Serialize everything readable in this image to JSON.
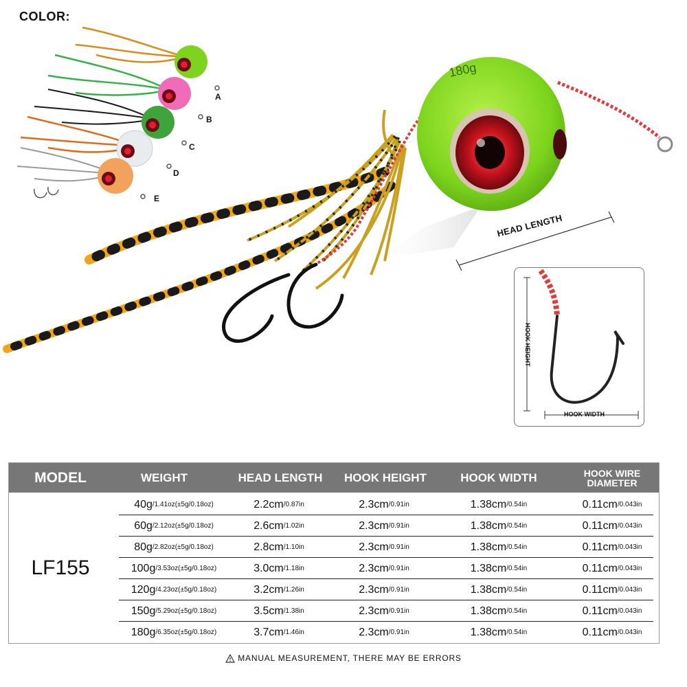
{
  "color_section": {
    "title": "COLOR:",
    "variants": [
      {
        "letter": "A",
        "color": "#7ed321"
      },
      {
        "letter": "B",
        "color": "#f06cb8"
      },
      {
        "letter": "C",
        "color": "#3ea53e"
      },
      {
        "letter": "D",
        "color": "#e9ecef"
      },
      {
        "letter": "E",
        "color": "#f2a35b"
      }
    ]
  },
  "hero": {
    "head_label": "HEAD LENGTH",
    "head_weight_mark": "180g",
    "head_color": "#8be01c",
    "skirt_color": "#f2a51a"
  },
  "hook_diagram": {
    "height_label": "HOOK HEIGHT",
    "width_label": "HOOK WIDTH"
  },
  "table": {
    "headers": [
      "MODEL",
      "WEIGHT",
      "HEAD LENGTH",
      "HOOK HEIGHT",
      "HOOK WIDTH",
      "HOOK WIRE",
      "DIAMETER"
    ],
    "model": "LF155",
    "rows": [
      {
        "w": "40g",
        "w_sub": "/1.41oz(±5g/0.18oz)",
        "hl": "2.2cm",
        "hl_sub": "/0.87in",
        "hh": "2.3cm",
        "hh_sub": "/0.91in",
        "hw": "1.38cm",
        "hw_sub": "/0.54in",
        "wd": "0.11cm",
        "wd_sub": "/0.043in"
      },
      {
        "w": "60g",
        "w_sub": "/2.12oz(±5g/0.18oz)",
        "hl": "2.6cm",
        "hl_sub": "/1.02in",
        "hh": "2.3cm",
        "hh_sub": "/0.91in",
        "hw": "1.38cm",
        "hw_sub": "/0.54in",
        "wd": "0.11cm",
        "wd_sub": "/0.043in"
      },
      {
        "w": "80g",
        "w_sub": "/2.82oz(±5g/0.18oz)",
        "hl": "2.8cm",
        "hl_sub": "/1.10in",
        "hh": "2.3cm",
        "hh_sub": "/0.91in",
        "hw": "1.38cm",
        "hw_sub": "/0.54in",
        "wd": "0.11cm",
        "wd_sub": "/0.043in"
      },
      {
        "w": "100g",
        "w_sub": "/3.53oz(±5g/0.18oz)",
        "hl": "3.0cm",
        "hl_sub": "/1.18in",
        "hh": "2.3cm",
        "hh_sub": "/0.91in",
        "hw": "1.38cm",
        "hw_sub": "/0.54in",
        "wd": "0.11cm",
        "wd_sub": "/0.043in"
      },
      {
        "w": "120g",
        "w_sub": "/4.23oz(±5g/0.18oz)",
        "hl": "3.2cm",
        "hl_sub": "/1.26in",
        "hh": "2.3cm",
        "hh_sub": "/0.91in",
        "hw": "1.38cm",
        "hw_sub": "/0.54in",
        "wd": "0.11cm",
        "wd_sub": "/0.043in"
      },
      {
        "w": "150g",
        "w_sub": "/5.29oz(±5g/0.18oz)",
        "hl": "3.5cm",
        "hl_sub": "/1.38in",
        "hh": "2.3cm",
        "hh_sub": "/0.91in",
        "hw": "1.38cm",
        "hw_sub": "/0.54in",
        "wd": "0.11cm",
        "wd_sub": "/0.043in"
      },
      {
        "w": "180g",
        "w_sub": "/6.35oz(±5g/0.18oz)",
        "hl": "3.7cm",
        "hl_sub": "/1.46in",
        "hh": "2.3cm",
        "hh_sub": "/0.91in",
        "hw": "1.38cm",
        "hw_sub": "/0.54in",
        "wd": "0.11cm",
        "wd_sub": "/0.043in"
      }
    ],
    "header_bg": "#777777"
  },
  "note": "MANUAL MEASUREMENT, THERE MAY BE ERRORS"
}
